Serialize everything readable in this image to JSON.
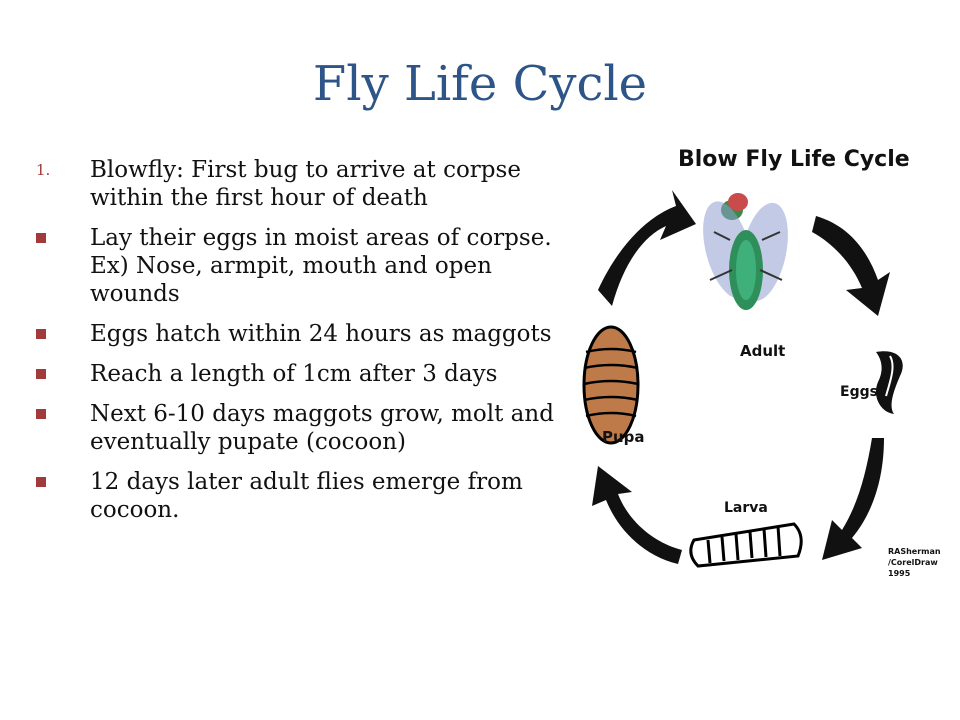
{
  "slide": {
    "title": "Fly Life Cycle",
    "bullets": [
      {
        "marker": "1.",
        "text": "Blowfly:  First bug to arrive at corpse within the first hour of death"
      },
      {
        "marker": "■",
        "text": "Lay their eggs in moist areas of corpse. Ex) Nose, armpit, mouth and open wounds"
      },
      {
        "marker": "■",
        "text": "Eggs hatch within 24 hours as maggots"
      },
      {
        "marker": "■",
        "text": "Reach a length of 1cm after 3 days"
      },
      {
        "marker": "■",
        "text": "Next 6-10 days maggots grow, molt and eventually pupate (cocoon)"
      },
      {
        "marker": "■",
        "text": "12 days later adult flies emerge from cocoon."
      }
    ]
  },
  "diagram": {
    "title": "Blow Fly Life Cycle",
    "stages": {
      "adult": "Adult",
      "eggs": "Eggs",
      "larva": "Larva",
      "pupa": "Pupa"
    },
    "credit_lines": [
      "RASherman",
      "/CorelDraw",
      "1995"
    ]
  }
}
